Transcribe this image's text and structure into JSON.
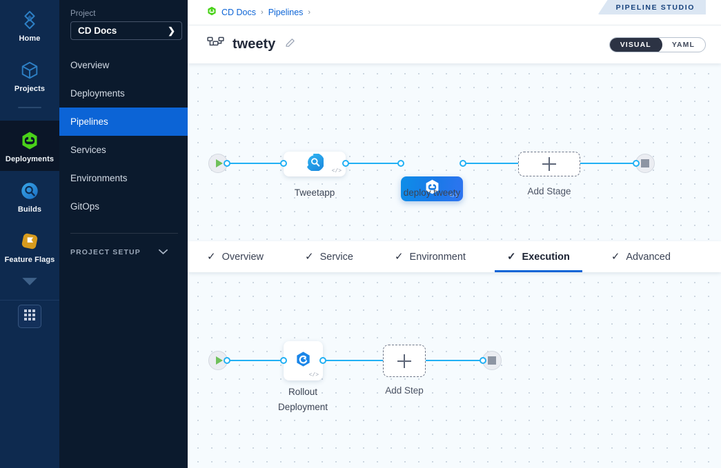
{
  "rail": {
    "items": [
      {
        "label": "Home",
        "icon": "home-diamond-icon",
        "active": false
      },
      {
        "label": "Projects",
        "icon": "cube-icon",
        "active": false
      },
      {
        "label": "Deployments",
        "icon": "deployments-hex-icon",
        "active": true
      },
      {
        "label": "Builds",
        "icon": "builds-icon",
        "active": false
      },
      {
        "label": "Feature Flags",
        "icon": "feature-flags-icon",
        "active": false
      }
    ],
    "more_caret": "chevron-down-icon",
    "grid_button": "app-grid-icon"
  },
  "sidebar": {
    "section_label": "Project",
    "project_name": "CD Docs",
    "project_chevron": "❯",
    "nav_items": [
      {
        "label": "Overview",
        "active": false
      },
      {
        "label": "Deployments",
        "active": false
      },
      {
        "label": "Pipelines",
        "active": true
      },
      {
        "label": "Services",
        "active": false
      },
      {
        "label": "Environments",
        "active": false
      },
      {
        "label": "GitOps",
        "active": false
      }
    ],
    "setup_label": "PROJECT SETUP",
    "setup_chevron": "chevron-down-icon"
  },
  "header": {
    "breadcrumbs": [
      {
        "label": "CD Docs",
        "icon": "harness-green-hex-icon"
      },
      {
        "label": "Pipelines",
        "icon": null
      }
    ],
    "breadcrumb_separator": "›",
    "studio_badge": "PIPELINE STUDIO",
    "pipeline_icon": "pipeline-tree-icon",
    "pipeline_name": "tweety",
    "edit_icon": "pencil-icon",
    "view_toggle": {
      "options": [
        {
          "label": "VISUAL",
          "selected": true
        },
        {
          "label": "YAML",
          "selected": false
        }
      ]
    }
  },
  "stage_graph": {
    "start_node": {
      "icon": "play-icon",
      "name": "start-node"
    },
    "end_node": {
      "icon": "stop-icon",
      "name": "stop-node"
    },
    "stages": [
      {
        "label": "Tweetapp",
        "icon": "ci-build-icon",
        "selected": false
      },
      {
        "label": "deploy tweety",
        "icon": "harness-hex-icon",
        "selected": true
      }
    ],
    "add_stage": {
      "label": "Add Stage",
      "icon": "plus-icon"
    },
    "code_tag": "</>"
  },
  "stage_tabs": {
    "check_icon": "✓",
    "tabs": [
      {
        "label": "Overview",
        "active": false,
        "checked": true
      },
      {
        "label": "Service",
        "active": false,
        "checked": true
      },
      {
        "label": "Environment",
        "active": false,
        "checked": true
      },
      {
        "label": "Execution",
        "active": true,
        "checked": true
      },
      {
        "label": "Advanced",
        "active": false,
        "checked": true
      }
    ]
  },
  "execution_graph": {
    "start_node": {
      "icon": "play-icon",
      "name": "start-node"
    },
    "end_node": {
      "icon": "stop-icon",
      "name": "stop-node"
    },
    "steps": [
      {
        "label": "Rollout\nDeployment",
        "icon": "rollout-deployment-icon"
      }
    ],
    "add_step": {
      "label": "Add Step",
      "icon": "plus-icon"
    },
    "code_tag": "</>"
  },
  "colors": {
    "accent_blue": "#0c64d6",
    "link_blue": "#21b0f4",
    "rail_bg": "#0e2a4f",
    "sidebar_bg": "#0b1a2d",
    "canvas_bg": "#f6fbfe",
    "green": "#6fc05a"
  }
}
